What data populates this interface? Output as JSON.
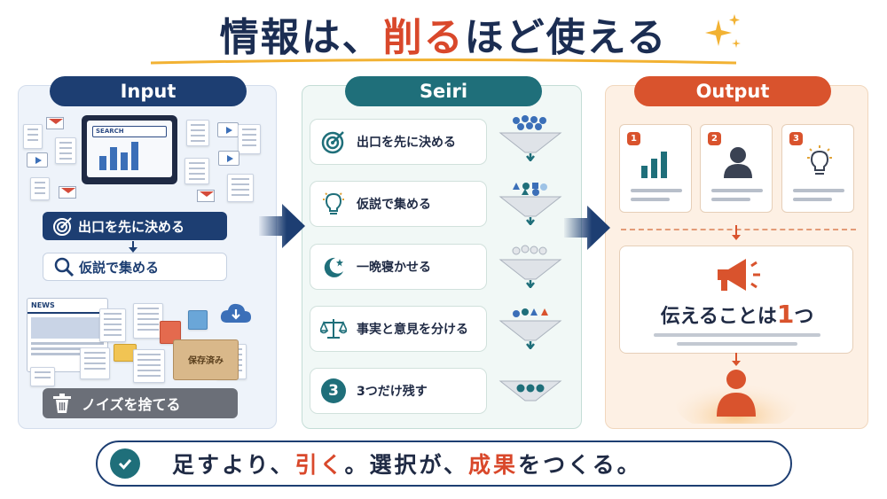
{
  "title": {
    "pre": "情報は、",
    "accent": "削る",
    "post": "ほど使える"
  },
  "panels": {
    "input": {
      "label": "Input",
      "search": "SEARCH",
      "news": "NEWS",
      "saved": "保存済み",
      "steps": [
        "出口を先に決める",
        "仮説で集める"
      ],
      "noise": "ノイズを捨てる"
    },
    "seiri": {
      "label": "Seiri",
      "number": "3",
      "items": [
        "出口を先に決める",
        "仮説で集める",
        "一晩寝かせる",
        "事実と意見を分ける",
        "3つだけ残す"
      ]
    },
    "output": {
      "label": "Output",
      "cards": [
        "1",
        "2",
        "3"
      ],
      "message_pre": "伝えることは",
      "message_num": "1",
      "message_post": "つ"
    }
  },
  "bottom": {
    "p1": "足すより、",
    "h1": "引く",
    "p2": "。選択が、",
    "h2": "成果",
    "p3": "をつくる。"
  },
  "colors": {
    "navy": "#1d3e72",
    "teal": "#1f6f7a",
    "orange": "#d9532d",
    "red": "#d9482b"
  }
}
